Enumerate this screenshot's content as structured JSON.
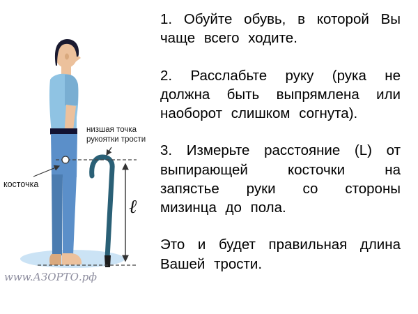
{
  "figure": {
    "handle_note": "низшая точка рукоятки трости",
    "bone_note": "косточка",
    "length_label": "ℓ",
    "watermark": "www.АЗОРТО.рф"
  },
  "instructions": {
    "steps": [
      "1. Обуйте обувь, в которой Вы чаще всего ходите.",
      "2. Расслабьте руку (рука не должна быть выпрямлена или наоборот слишком согнута).",
      "3. Измерьте расстояние (L) от выпирающей косточки на запястье руки со стороны мизинца до пола."
    ],
    "conclusion": "Это и будет правильная длина Вашей трости."
  },
  "colors": {
    "skin": "#ecc19c",
    "skin_shade": "#d9a97e",
    "hair": "#1a1a30",
    "shirt": "#8fc3e3",
    "shirt_shade": "#79aed2",
    "pants": "#5b8fc9",
    "pants_shade": "#4b7cb0",
    "belt": "#121232",
    "cane": "#2a6076",
    "cane_tip": "#1c1c1c",
    "floor_shadow": "#cbe3f5",
    "line": "#3a3a3a"
  }
}
